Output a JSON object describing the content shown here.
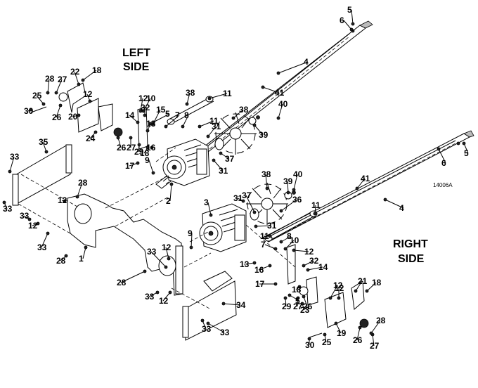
{
  "diagram": {
    "title_left": [
      "LEFT",
      "SIDE"
    ],
    "title_right": [
      "RIGHT",
      "SIDE"
    ],
    "reference_code": "14006A",
    "callouts": [
      {
        "label": "1"
      },
      {
        "label": "2"
      },
      {
        "label": "3"
      },
      {
        "label": "4"
      },
      {
        "label": "4"
      },
      {
        "label": "5"
      },
      {
        "label": "5"
      },
      {
        "label": "5"
      },
      {
        "label": "5"
      },
      {
        "label": "6"
      },
      {
        "label": "6"
      },
      {
        "label": "7"
      },
      {
        "label": "7"
      },
      {
        "label": "8"
      },
      {
        "label": "8"
      },
      {
        "label": "9"
      },
      {
        "label": "9"
      },
      {
        "label": "10"
      },
      {
        "label": "10"
      },
      {
        "label": "11"
      },
      {
        "label": "11"
      },
      {
        "label": "11"
      },
      {
        "label": "11"
      },
      {
        "label": "12"
      },
      {
        "label": "12"
      },
      {
        "label": "12"
      },
      {
        "label": "12"
      },
      {
        "label": "12"
      },
      {
        "label": "12"
      },
      {
        "label": "12"
      },
      {
        "label": "12"
      },
      {
        "label": "12"
      },
      {
        "label": "13"
      },
      {
        "label": "13"
      },
      {
        "label": "14"
      },
      {
        "label": "14"
      },
      {
        "label": "15"
      },
      {
        "label": "16"
      },
      {
        "label": "16"
      },
      {
        "label": "17"
      },
      {
        "label": "17"
      },
      {
        "label": "18"
      },
      {
        "label": "18"
      },
      {
        "label": "18"
      },
      {
        "label": "18"
      },
      {
        "label": "19"
      },
      {
        "label": "20"
      },
      {
        "label": "21"
      },
      {
        "label": "22"
      },
      {
        "label": "23"
      },
      {
        "label": "24"
      },
      {
        "label": "25"
      },
      {
        "label": "25"
      },
      {
        "label": "26"
      },
      {
        "label": "26"
      },
      {
        "label": "26"
      },
      {
        "label": "26"
      },
      {
        "label": "27"
      },
      {
        "label": "27"
      },
      {
        "label": "27"
      },
      {
        "label": "27"
      },
      {
        "label": "28"
      },
      {
        "label": "28"
      },
      {
        "label": "28"
      },
      {
        "label": "28"
      },
      {
        "label": "28"
      },
      {
        "label": "29"
      },
      {
        "label": "29"
      },
      {
        "label": "30"
      },
      {
        "label": "30"
      },
      {
        "label": "31"
      },
      {
        "label": "31"
      },
      {
        "label": "31"
      },
      {
        "label": "31"
      },
      {
        "label": "32"
      },
      {
        "label": "32"
      },
      {
        "label": "33"
      },
      {
        "label": "33"
      },
      {
        "label": "33"
      },
      {
        "label": "33"
      },
      {
        "label": "33"
      },
      {
        "label": "33"
      },
      {
        "label": "33"
      },
      {
        "label": "33"
      },
      {
        "label": "34"
      },
      {
        "label": "35"
      },
      {
        "label": "36"
      },
      {
        "label": "37"
      },
      {
        "label": "37"
      },
      {
        "label": "38"
      },
      {
        "label": "38"
      },
      {
        "label": "38"
      },
      {
        "label": "39"
      },
      {
        "label": "39"
      },
      {
        "label": "40"
      },
      {
        "label": "40"
      },
      {
        "label": "41"
      },
      {
        "label": "41"
      }
    ]
  }
}
